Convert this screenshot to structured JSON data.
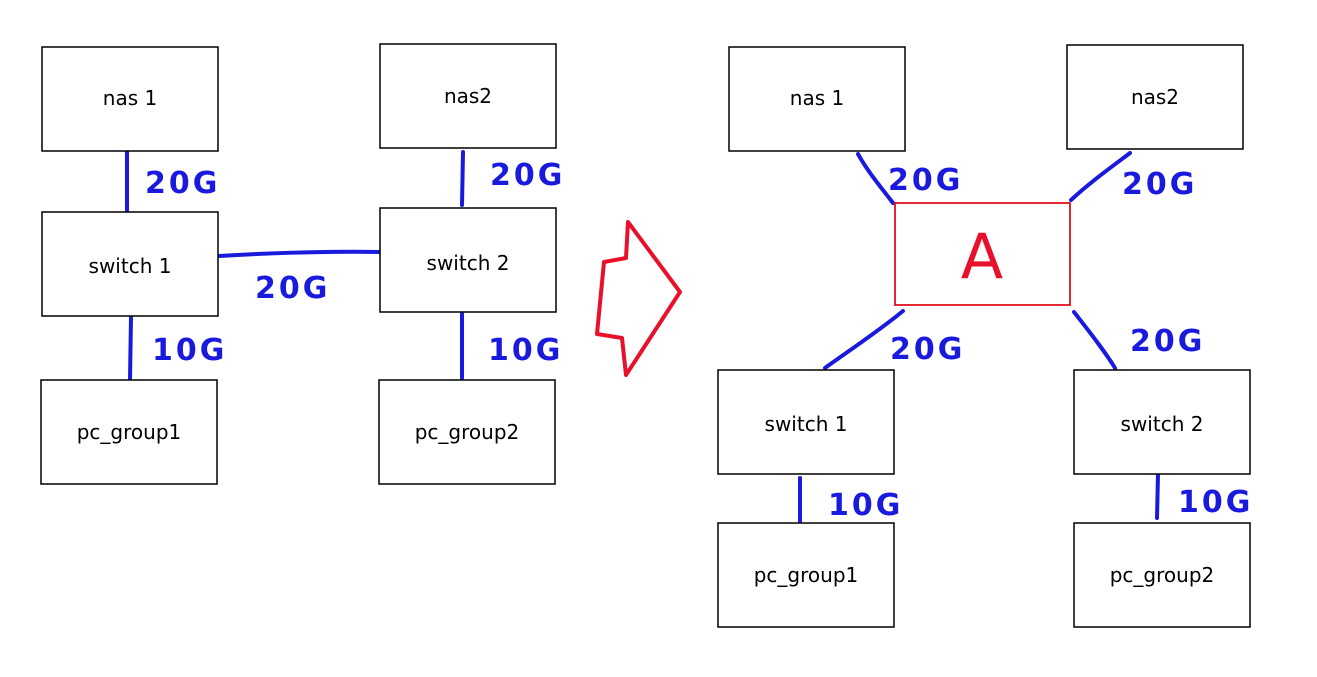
{
  "left": {
    "nas1": "nas 1",
    "nas2": "nas2",
    "switch1": "switch 1",
    "switch2": "switch 2",
    "pc1": "pc_group1",
    "pc2": "pc_group2",
    "l_nas1_sw1": "20G",
    "l_nas2_sw2": "20G",
    "l_sw1_sw2": "20G",
    "l_sw1_pc1": "10G",
    "l_sw2_pc2": "10G"
  },
  "right": {
    "nas1": "nas 1",
    "nas2": "nas2",
    "hub": "A",
    "switch1": "switch 1",
    "switch2": "switch 2",
    "pc1": "pc_group1",
    "pc2": "pc_group2",
    "l_nas1_a": "20G",
    "l_nas2_a": "20G",
    "l_a_sw1": "20G",
    "l_a_sw2": "20G",
    "l_sw1_pc1": "10G",
    "l_sw2_pc2": "10G"
  },
  "colors": {
    "link": "#1a1adf",
    "arrow": "#e8102a",
    "hub_border": "#e01020"
  },
  "icons": {
    "transition": "hand-drawn-right-arrow"
  }
}
